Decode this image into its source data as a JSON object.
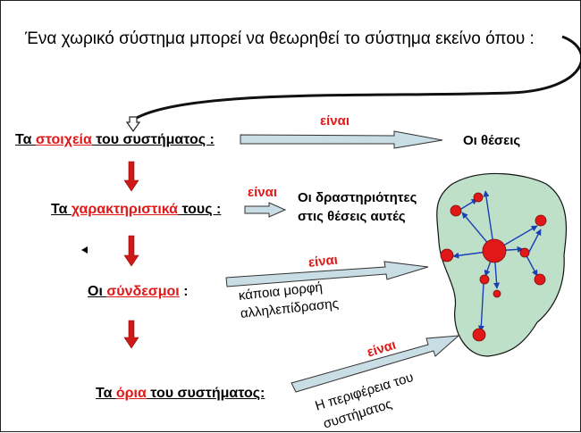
{
  "intro": "Ένα χωρικό σύστημα μπορεί να θεωρηθεί το σύστημα εκείνο όπου :",
  "rows": [
    {
      "pre": "Τα ",
      "key": "στοιχεία",
      "post": " του συστήματος :",
      "verb": "είναι",
      "result": "Οι θέσεις"
    },
    {
      "pre": "Τα ",
      "key": "χαρακτηριστικά",
      "post": " τους :",
      "verb": "είναι",
      "result_lines": [
        "Οι δραστηριότητες",
        "στις θέσεις αυτές"
      ]
    },
    {
      "pre": "Οι ",
      "key": "σύνδεσμοι",
      "post": " :",
      "verb": "είναι",
      "result_lines": [
        "κάποια μορφή",
        "αλληλεπίδρασης"
      ]
    },
    {
      "pre": "Τα ",
      "key": "όρια",
      "post": " του συστήματος:",
      "verb": "είναι",
      "result_lines": [
        "Η περιφέρεια του",
        "συστήματος"
      ]
    }
  ],
  "colors": {
    "accent_red": "#e01818",
    "node_red": "#e01818",
    "region_fill": "#bfe0c8",
    "arrow_fill": "#c8dde4",
    "link_blue": "#1a3fb5"
  }
}
